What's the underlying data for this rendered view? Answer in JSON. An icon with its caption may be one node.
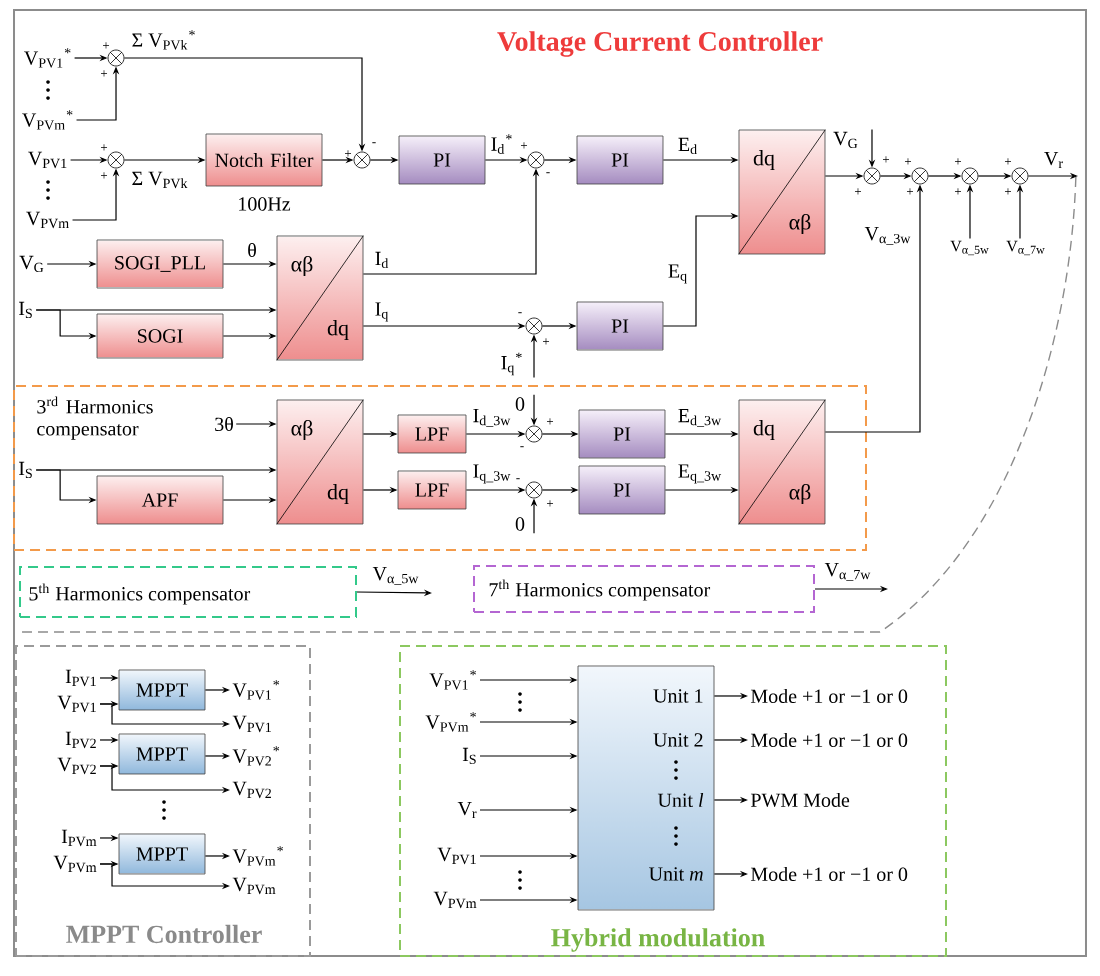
{
  "diagram": {
    "nodes": [
      {
        "text": [
          "V$_{PV1}$$^{*}$"
        ]
      },
      {
        "text": [
          "V$_{PVm}$$^{*}$"
        ]
      },
      {
        "text": [],
        "shape": "circle"
      },
      {
        "text": [
          "V$_{PV1}$"
        ]
      },
      {
        "text": [
          "V$_{PVm}$"
        ]
      },
      {
        "text": [],
        "shape": "circle"
      },
      {
        "text": [
          "Notch Filter"
        ],
        "beside": [
          "100Hz"
        ]
      },
      {
        "text": [],
        "shape": "circle"
      },
      {
        "text": [
          "PI"
        ]
      },
      {
        "text": [],
        "shape": "circle"
      },
      {
        "text": [
          "PI"
        ]
      },
      {
        "text": [
          "dq",
          "αβ"
        ]
      },
      {
        "text": [
          "V$_{G}$"
        ]
      },
      {
        "text": [],
        "shape": "circle"
      },
      {
        "text": [],
        "shape": "circle"
      },
      {
        "text": [],
        "shape": "circle"
      },
      {
        "text": [],
        "shape": "circle"
      },
      {
        "text": [
          "V$_{α_5w}$"
        ]
      },
      {
        "text": [
          "V$_{α_7w}$"
        ]
      },
      {
        "text": [
          "V$_{G}$"
        ]
      },
      {
        "text": [
          "SOGI_PLL"
        ]
      },
      {
        "text": [
          "αβ",
          "dq"
        ]
      },
      {
        "text": [
          "I$_{S}$"
        ]
      },
      {
        "text": [
          "SOGI"
        ]
      },
      {
        "text": [],
        "shape": "circle"
      },
      {
        "text": [
          "PI"
        ]
      },
      {
        "text": [
          "3$^{rd}$ Harmonics compensator"
        ]
      },
      {
        "text": [
          "3θ"
        ],
        "in": 26
      },
      {
        "text": [
          "αβ",
          "dq"
        ],
        "in": 26
      },
      {
        "text": [
          "I$_{S}$"
        ],
        "in": 26
      },
      {
        "text": [
          "APF"
        ],
        "in": 26
      },
      {
        "text": [
          "LPF"
        ],
        "in": 26
      },
      {
        "text": [
          "LPF"
        ],
        "in": 26
      },
      {
        "text": [
          "0"
        ],
        "in": 26
      },
      {
        "text": [],
        "shape": "circle",
        "in": 26
      },
      {
        "text": [],
        "shape": "circle",
        "in": 26
      },
      {
        "text": [
          "0"
        ],
        "in": 26
      },
      {
        "text": [
          "PI"
        ],
        "in": 26
      },
      {
        "text": [
          "PI"
        ],
        "in": 26
      },
      {
        "text": [
          "dq",
          "αβ"
        ],
        "in": 26
      },
      {
        "text": [
          "5$^{th}$ Harmonics compensator"
        ]
      },
      {
        "text": [
          "7$^{th}$ Harmonics compensator"
        ]
      },
      {
        "text": [
          "MPPT Controller"
        ]
      },
      {
        "text": [
          "I$_{PV1}$"
        ],
        "in": 42
      },
      {
        "text": [
          "V$_{PV1}$"
        ],
        "in": 42
      },
      {
        "text": [
          "MPPT"
        ],
        "in": 42
      },
      {
        "text": [
          "V$_{PV1}$$^{*}$"
        ],
        "in": 42
      },
      {
        "text": [
          "V$_{PV1}$"
        ],
        "in": 42
      },
      {
        "text": [
          "I$_{PV2}$"
        ],
        "in": 42
      },
      {
        "text": [
          "V$_{PV2}$"
        ],
        "in": 42
      },
      {
        "text": [
          "MPPT"
        ],
        "in": 42
      },
      {
        "text": [
          "V$_{PV2}$$^{*}$"
        ],
        "in": 42
      },
      {
        "text": [
          "V$_{PV2}$"
        ],
        "in": 42
      },
      {
        "text": [
          "I$_{PVm}$"
        ],
        "in": 42
      },
      {
        "text": [
          "V$_{PVm}$"
        ],
        "in": 42
      },
      {
        "text": [
          "MPPT"
        ],
        "in": 42
      },
      {
        "text": [
          "V$_{PVm}$$^{*}$"
        ],
        "in": 42
      },
      {
        "text": [
          "V$_{PVm}$"
        ],
        "in": 42
      },
      {
        "text": [
          "Hybrid modulation"
        ]
      },
      {
        "text": [
          "V$_{PV1}$$^{*}$"
        ],
        "in": 58
      },
      {
        "text": [
          "V$_{PVm}$$^{*}$"
        ],
        "in": 58
      },
      {
        "text": [
          "I$_{S}$"
        ],
        "in": 58
      },
      {
        "text": [
          "V$_{r}$"
        ],
        "in": 58
      },
      {
        "text": [
          "V$_{PV1}$"
        ],
        "in": 58
      },
      {
        "text": [
          "V$_{PVm}$"
        ],
        "in": 58
      },
      {
        "text": [
          "Unit 1",
          "Unit 2",
          "Unit *l*",
          "Unit *m*"
        ],
        "in": 58
      },
      {
        "text": [
          "Mode +1 or −1 or 0"
        ],
        "in": 58
      },
      {
        "text": [
          "Mode +1 or −1 or 0"
        ],
        "in": 58
      },
      {
        "text": [
          "PWM Mode"
        ],
        "in": 58
      },
      {
        "text": [
          "Mode +1 or −1 or 0"
        ],
        "in": 58
      },
      {
        "text": [
          "I$_{q}$$^{*}$"
        ]
      }
    ],
    "edges": [
      {
        "from": 0,
        "to": 2,
        "arrow": "to"
      },
      {
        "from": 1,
        "to": 2,
        "arrow": "to"
      },
      {
        "from": 2,
        "to": 7,
        "arrow": "to",
        "label": "Σ V$_{PVk}$$^{*}$"
      },
      {
        "from": 3,
        "to": 5,
        "arrow": "to"
      },
      {
        "from": 4,
        "to": 5,
        "arrow": "to"
      },
      {
        "from": 5,
        "to": 6,
        "arrow": "to",
        "label": "Σ V$_{PVk}$"
      },
      {
        "from": 6,
        "to": 7,
        "arrow": "to"
      },
      {
        "from": 7,
        "to": 8,
        "arrow": "to"
      },
      {
        "from": 8,
        "to": 9,
        "arrow": "to",
        "label": "I$_{d}$$^{*}$"
      },
      {
        "from": 9,
        "to": 10,
        "arrow": "to"
      },
      {
        "from": 10,
        "to": 11,
        "arrow": "to",
        "label": "E$_{d}$"
      },
      {
        "from": 11,
        "to": 13,
        "arrow": "to"
      },
      {
        "from": 12,
        "to": 13,
        "arrow": "to"
      },
      {
        "from": 13,
        "to": 14,
        "arrow": "to"
      },
      {
        "from": 14,
        "to": 15,
        "arrow": "to"
      },
      {
        "from": 15,
        "to": 16,
        "arrow": "to"
      },
      {
        "from": 16,
        "to": null,
        "arrow": "to",
        "label": "V$_{r}$"
      },
      {
        "from": 17,
        "to": 15,
        "arrow": "to"
      },
      {
        "from": 18,
        "to": 16,
        "arrow": "to"
      },
      {
        "from": 19,
        "to": 20,
        "arrow": "to"
      },
      {
        "from": 20,
        "to": 21,
        "arrow": "to",
        "label": "θ"
      },
      {
        "from": 22,
        "to": 21,
        "arrow": "to"
      },
      {
        "from": 22,
        "to": 23,
        "arrow": "to"
      },
      {
        "from": 23,
        "to": 21,
        "arrow": "to"
      },
      {
        "from": 21,
        "to": 9,
        "arrow": "to",
        "label": "I$_{d}$"
      },
      {
        "from": 21,
        "to": 24,
        "arrow": "to",
        "label": "I$_{q}$"
      },
      {
        "from": 70,
        "to": 24,
        "arrow": "to"
      },
      {
        "from": 24,
        "to": 25,
        "arrow": "to"
      },
      {
        "from": 25,
        "to": 11,
        "arrow": "to",
        "label": "E$_{q}$"
      },
      {
        "from": 27,
        "to": 28,
        "arrow": "to"
      },
      {
        "from": 29,
        "to": 28,
        "arrow": "to"
      },
      {
        "from": 29,
        "to": 30,
        "arrow": "to"
      },
      {
        "from": 30,
        "to": 28,
        "arrow": "to"
      },
      {
        "from": 28,
        "to": 31,
        "arrow": "to"
      },
      {
        "from": 28,
        "to": 32,
        "arrow": "to"
      },
      {
        "from": 31,
        "to": 34,
        "arrow": "to",
        "label": "I$_{d_3w}$"
      },
      {
        "from": 32,
        "to": 35,
        "arrow": "to",
        "label": "I$_{q_3w}$"
      },
      {
        "from": 33,
        "to": 34,
        "arrow": "to"
      },
      {
        "from": 36,
        "to": 35,
        "arrow": "to"
      },
      {
        "from": 34,
        "to": 37,
        "arrow": "to"
      },
      {
        "from": 35,
        "to": 38,
        "arrow": "to"
      },
      {
        "from": 37,
        "to": 39,
        "arrow": "to",
        "label": "E$_{d_3w}$"
      },
      {
        "from": 38,
        "to": 39,
        "arrow": "to",
        "label": "E$_{q_3w}$"
      },
      {
        "from": 39,
        "to": 14,
        "arrow": "to",
        "label": "V$_{α_3w}$"
      },
      {
        "from": 40,
        "to": null,
        "arrow": "to",
        "label": "V$_{α_5w}$"
      },
      {
        "from": 41,
        "to": null,
        "arrow": "to",
        "label": "V$_{α_7w}$"
      },
      {
        "from": 43,
        "to": 45,
        "arrow": "to"
      },
      {
        "from": 44,
        "to": 45,
        "arrow": "to"
      },
      {
        "from": 45,
        "to": 46,
        "arrow": "to"
      },
      {
        "from": 44,
        "to": 47,
        "arrow": "to"
      },
      {
        "from": 48,
        "to": 50,
        "arrow": "to"
      },
      {
        "from": 49,
        "to": 50,
        "arrow": "to"
      },
      {
        "from": 50,
        "to": 51,
        "arrow": "to"
      },
      {
        "from": 49,
        "to": 52,
        "arrow": "to"
      },
      {
        "from": 53,
        "to": 55,
        "arrow": "to"
      },
      {
        "from": 54,
        "to": 55,
        "arrow": "to"
      },
      {
        "from": 55,
        "to": 56,
        "arrow": "to"
      },
      {
        "from": 54,
        "to": 57,
        "arrow": "to"
      },
      {
        "from": 59,
        "to": 65,
        "arrow": "to"
      },
      {
        "from": 60,
        "to": 65,
        "arrow": "to"
      },
      {
        "from": 61,
        "to": 65,
        "arrow": "to"
      },
      {
        "from": 62,
        "to": 65,
        "arrow": "to"
      },
      {
        "from": 63,
        "to": 65,
        "arrow": "to"
      },
      {
        "from": 64,
        "to": 65,
        "arrow": "to"
      },
      {
        "from": 65,
        "to": 66,
        "arrow": "to"
      },
      {
        "from": 65,
        "to": 67,
        "arrow": "to"
      },
      {
        "from": 65,
        "to": 68,
        "arrow": "to"
      },
      {
        "from": 65,
        "to": 69,
        "arrow": "to"
      }
    ],
    "labels": [
      "Voltage Current Controller",
      "+",
      "+",
      "+",
      "+",
      "+",
      "-",
      "+",
      "-",
      "+",
      "+",
      "+",
      "+",
      "+",
      "+",
      "+",
      "+",
      "-",
      "+",
      "+",
      "-",
      "-",
      "+"
    ]
  }
}
